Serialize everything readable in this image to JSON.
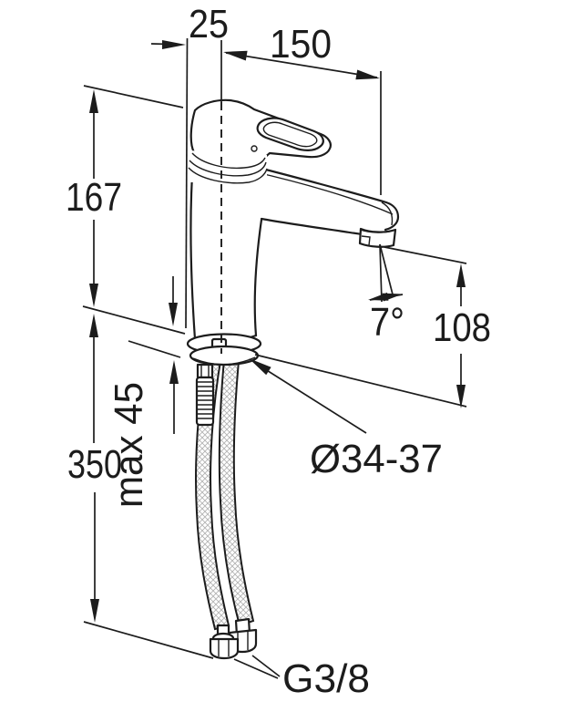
{
  "colors": {
    "background": "#ffffff",
    "line": "#1c1c1c",
    "hose_braid": "#b3b3b3"
  },
  "labels": {
    "handle_offset": "25",
    "spout_reach": "150",
    "total_height": "167",
    "spout_outlet_height": "108",
    "hose_length": "350",
    "max_mounting_thickness": "max 45",
    "spout_angle": "7°",
    "tap_hole_diameter": "Ø34-37",
    "connection_thread": "G3/8"
  }
}
